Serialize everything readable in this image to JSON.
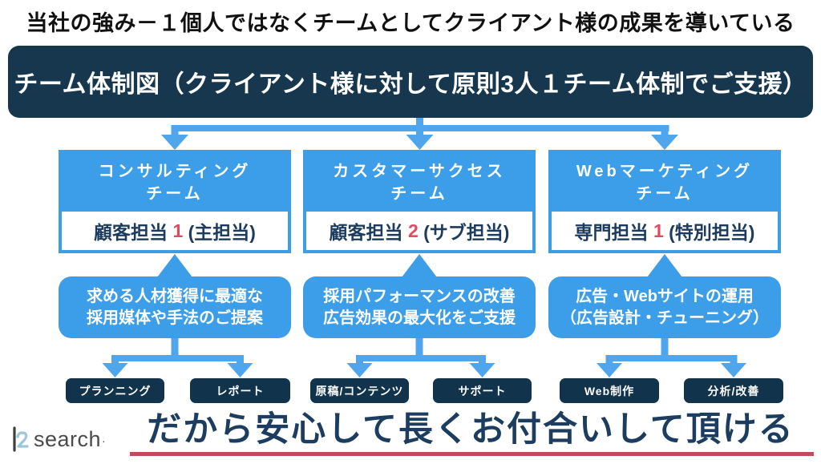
{
  "page": {
    "top_title": "当社の強み－１個人ではなくチームとしてクライアント様の成果を導いている",
    "banner": "チーム体制図（クライアント様に対して原則3人１チーム体制でご支援）",
    "footer": {
      "logo_text": "search",
      "logo_mark": "·",
      "tagline": "だから安心して長くお付合いして頂ける"
    }
  },
  "teams": [
    {
      "name_line1": "コンサルティング",
      "name_line2": "チーム",
      "role_prefix": "顧客担当 ",
      "role_number": "1",
      "role_suffix": " (主担当)",
      "description_line1": "求める人材獲得に最適な",
      "description_line2": "採用媒体や手法のご提案",
      "functions": [
        "プランニング",
        "レポート"
      ]
    },
    {
      "name_line1": "カスタマーサクセス",
      "name_line2": "チーム",
      "role_prefix": "顧客担当 ",
      "role_number": "2",
      "role_suffix": " (サブ担当)",
      "description_line1": "採用パフォーマンスの改善",
      "description_line2": "広告効果の最大化をご支援",
      "functions": [
        "原稿/コンテンツ",
        "サポート"
      ]
    },
    {
      "name_line1": "Webマーケティング",
      "name_line2": "チーム",
      "role_prefix": "専門担当 ",
      "role_number": "1",
      "role_suffix": " (特別担当)",
      "description_line1": "広告・Webサイトの運用",
      "description_line2": "（広告設計・チューニング）",
      "functions": [
        "Web制作",
        "分析/改善"
      ]
    }
  ],
  "colors": {
    "banner_navy": "#17374F",
    "box_blue": "#3C9EE8",
    "arrow_blue": "#4FA6EC",
    "chip_navy": "#12334C",
    "role_navy": "#1C3B5E",
    "accent_red_number": "#E14B60",
    "underline_crimson": "#C5495C",
    "tagline_navy": "#1C3D60",
    "logo_bowl_teal": "#9CC7DA",
    "logo_stem_gray": "#3F3F3F"
  }
}
